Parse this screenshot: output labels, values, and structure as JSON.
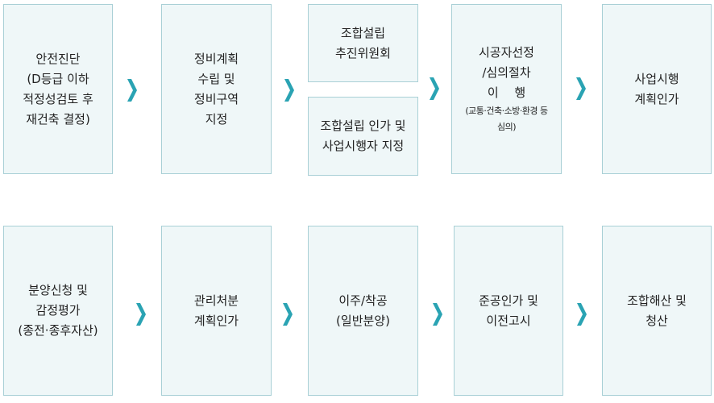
{
  "row1": {
    "step1": [
      "안전진단",
      "(D등급 이하",
      "적정성검토 후",
      "재건축 결정)"
    ],
    "step2": [
      "정비계획",
      "수립 및",
      "정비구역",
      "지정"
    ],
    "step3a": [
      "조합설립",
      "추진위원회"
    ],
    "step3b": [
      "조합설립 인가 및",
      "사업시행자 지정"
    ],
    "step4": [
      "시공자선정",
      "/심의절차",
      "이　 행"
    ],
    "step4_note": [
      "(교통·건축·소방·환경 등",
      "심의)"
    ],
    "step5": [
      "사업시행",
      "계획인가"
    ]
  },
  "row2": {
    "step6": [
      "분양신청 및",
      "감정평가",
      "(종전·종후자산)"
    ],
    "step7": [
      "관리처분",
      "계획인가"
    ],
    "step8": [
      "이주/착공",
      "(일반분양)"
    ],
    "step9": [
      "준공인가 및",
      "이전고시"
    ],
    "step10": [
      "조합해산 및",
      "청산"
    ]
  },
  "colors": {
    "box_fill": "#eff7f8",
    "box_border": "#a9d0d6",
    "arrow": "#2aa3b3"
  }
}
